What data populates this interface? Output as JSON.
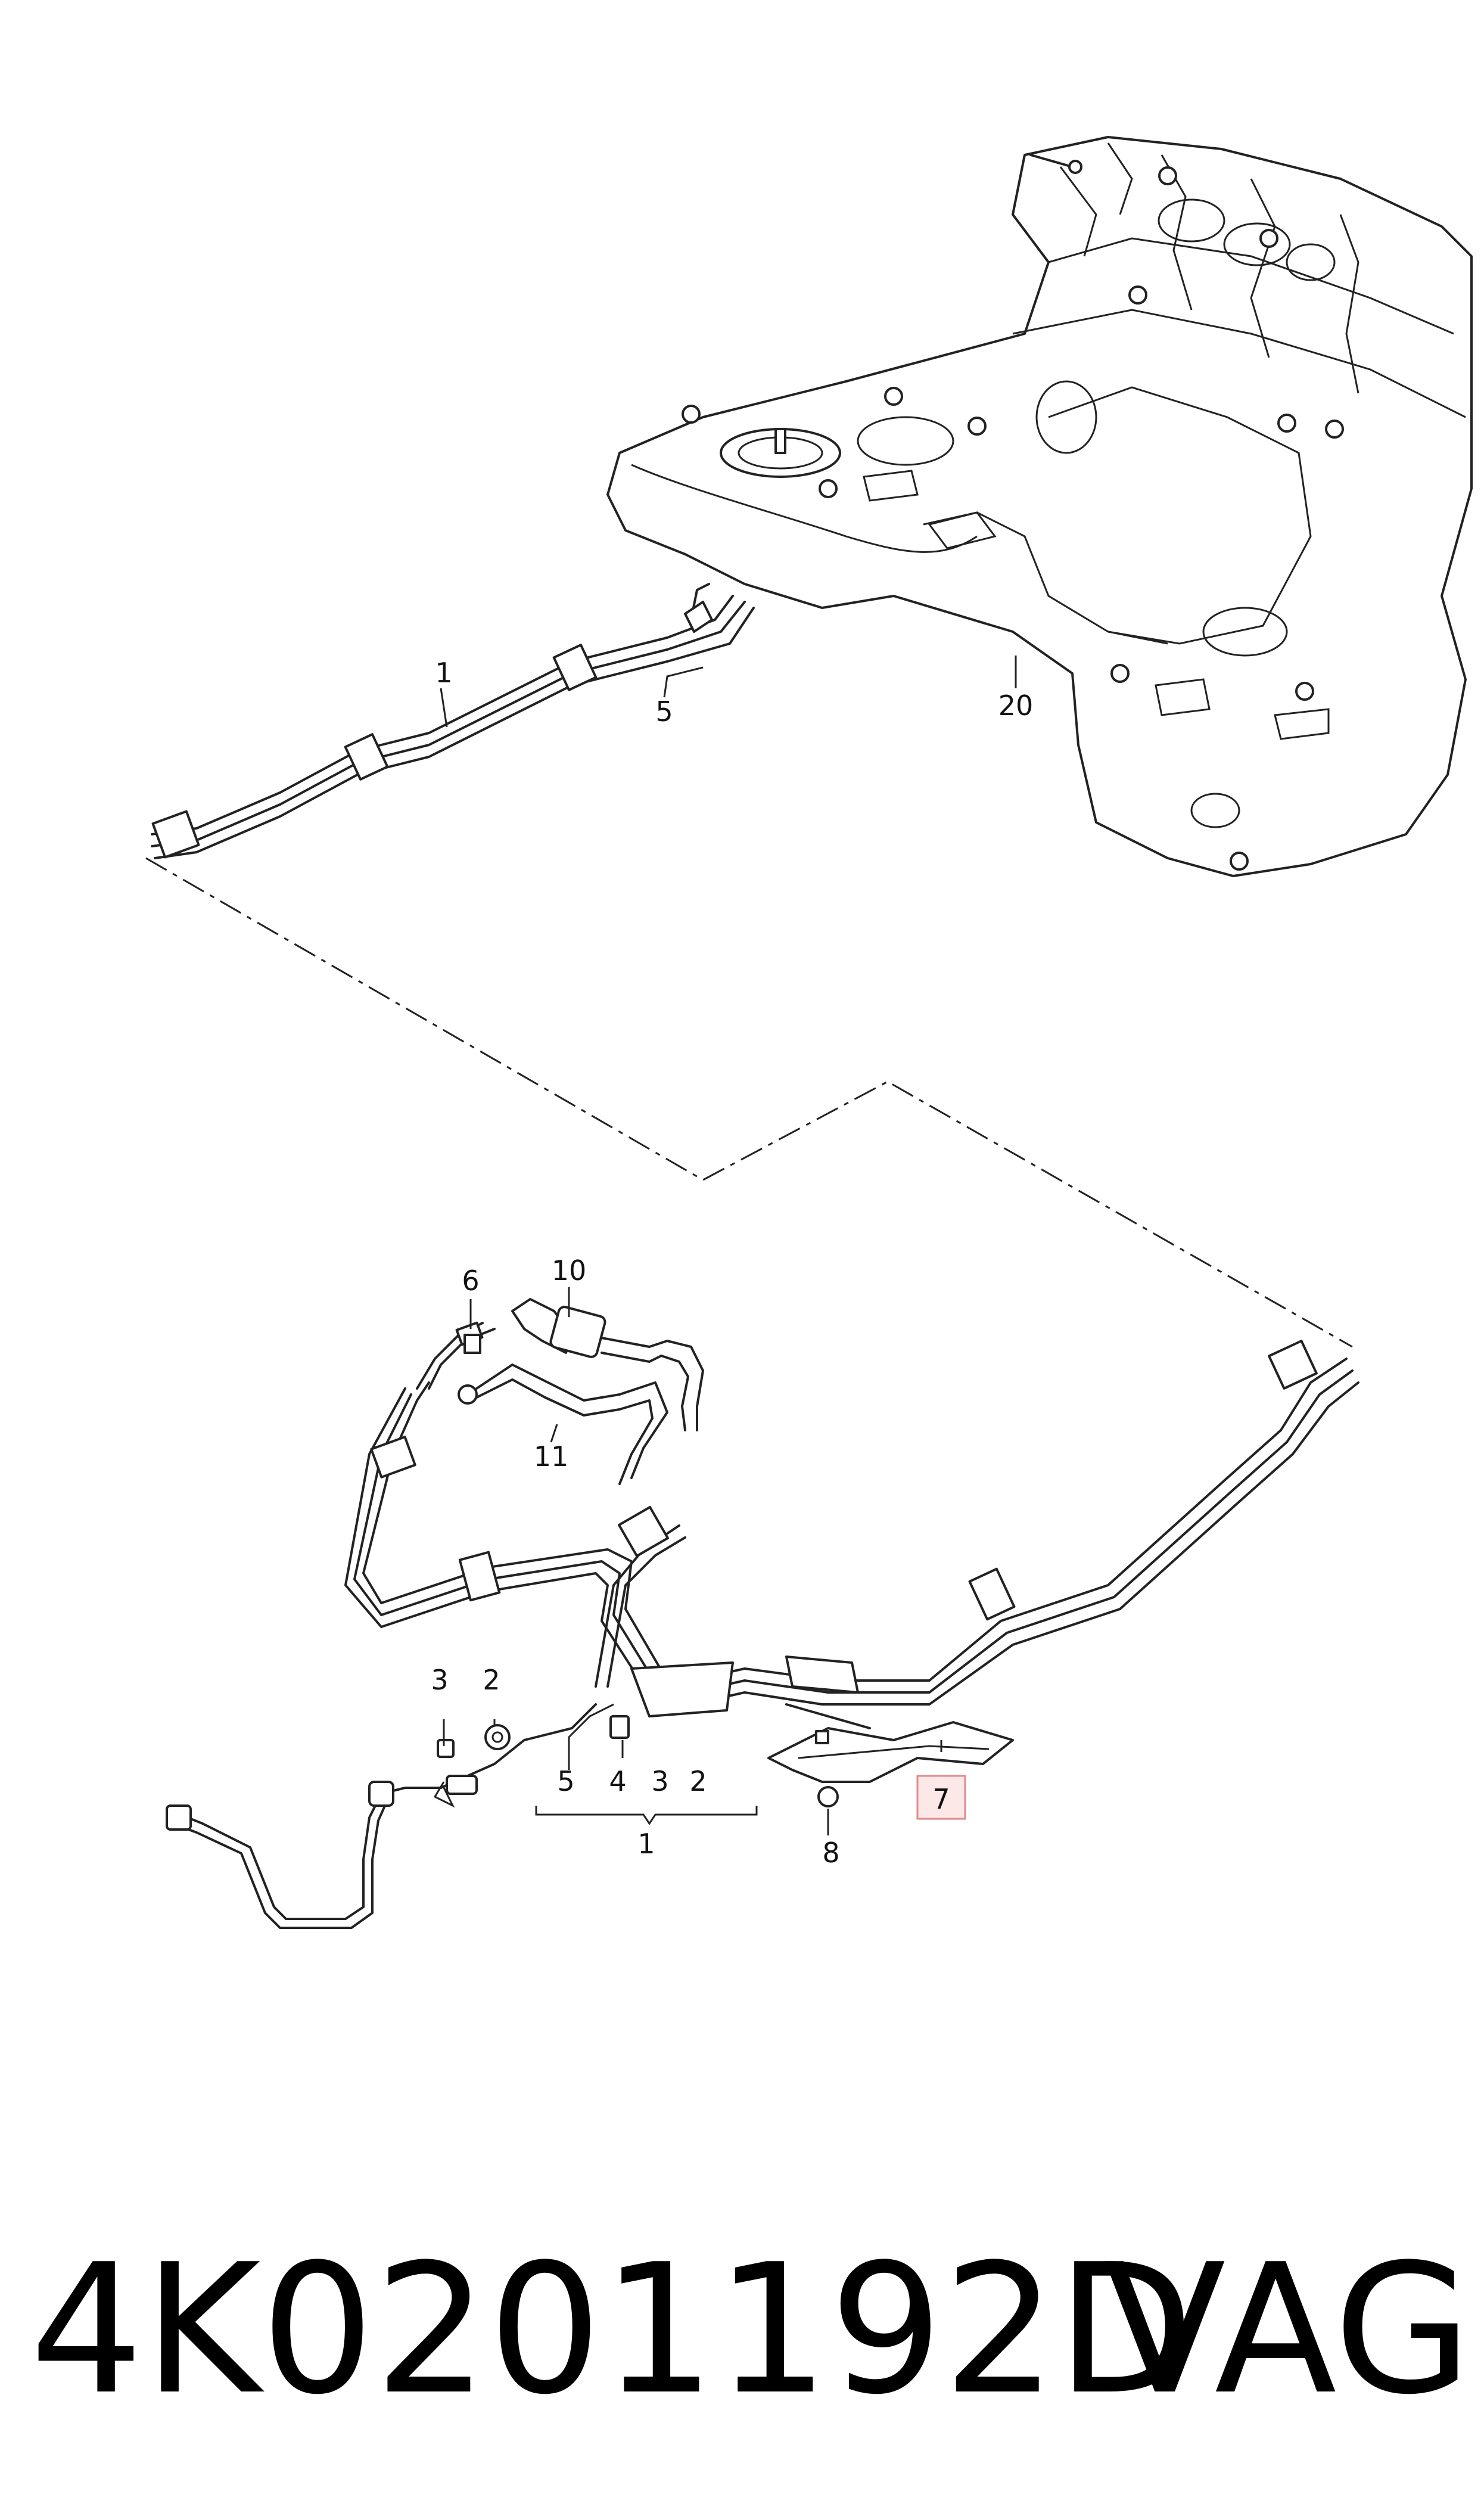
{
  "callouts": {
    "c1_top": "1",
    "c5_top": "5",
    "c20": "20",
    "c6": "6",
    "c10": "10",
    "c11": "11",
    "c3_left": "3",
    "c2_left": "2",
    "c5_bottom": "5",
    "c4": "4",
    "c3_bottom": "3",
    "c2_bottom": "2",
    "c1_bottom": "1",
    "c8": "8",
    "c7": "7"
  },
  "highlight_color": "#e08a8a",
  "footer": {
    "part_number": "4K0201192D",
    "brand": "VAG"
  }
}
